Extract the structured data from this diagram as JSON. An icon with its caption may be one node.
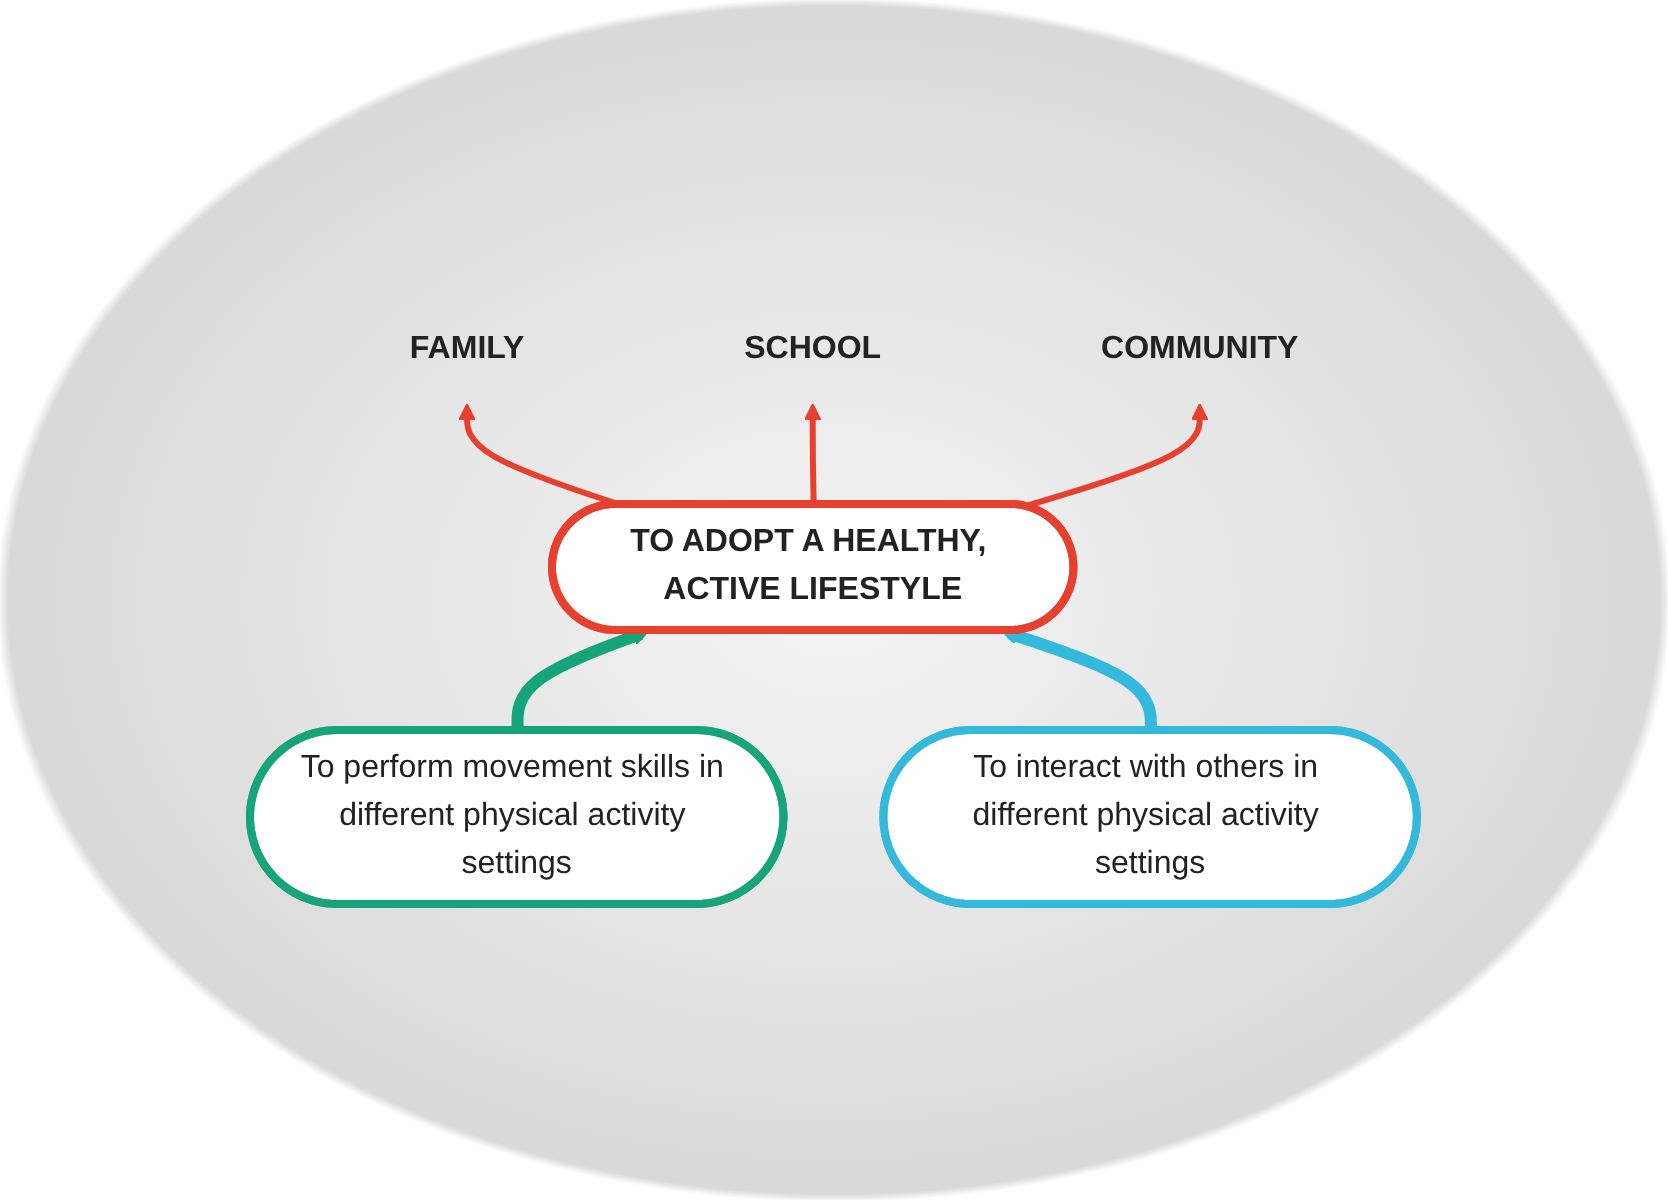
{
  "diagram": {
    "nodes": [
      {
        "text": [
          "TO ADOPT A HEALTHY, ACTIVE LIFESTYLE"
        ]
      },
      {
        "text": [
          "FAMILY"
        ]
      },
      {
        "text": [
          "SCHOOL"
        ]
      },
      {
        "text": [
          "COMMUNITY"
        ]
      },
      {
        "text": [
          "To perform movement skills in different physical activity settings"
        ]
      },
      {
        "text": [
          "To interact with others in different physical activity settings"
        ]
      }
    ],
    "edges": [
      {
        "from": 0,
        "to": 1,
        "arrow": "to",
        "color": "#e8402f"
      },
      {
        "from": 0,
        "to": 2,
        "arrow": "to",
        "color": "#e8402f"
      },
      {
        "from": 0,
        "to": 3,
        "arrow": "to",
        "color": "#e8402f"
      },
      {
        "from": 4,
        "to": 0,
        "arrow": "to",
        "style": "thick",
        "color": "#16a57a"
      },
      {
        "from": 5,
        "to": 0,
        "arrow": "to",
        "style": "thick",
        "color": "#33b9dc"
      }
    ]
  }
}
